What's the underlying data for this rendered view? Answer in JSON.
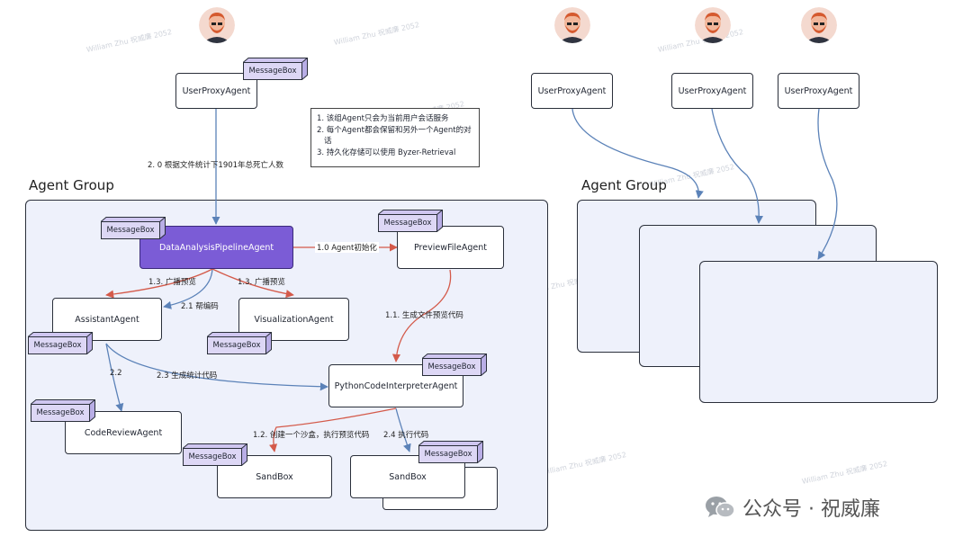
{
  "group_label_left": "Agent Group",
  "group_label_right": "Agent Group",
  "message_box_label": "MessageBox",
  "agents": {
    "user_proxy_main": "UserProxyAgent",
    "user_proxy_r1": "UserProxyAgent",
    "user_proxy_r2": "UserProxyAgent",
    "user_proxy_r3": "UserProxyAgent",
    "data_analysis": "DataAnalysisPipelineAgent",
    "preview_file": "PreviewFileAgent",
    "assistant": "AssistantAgent",
    "visualization": "VisualizationAgent",
    "python_code": "PythonCodeInterpreterAgent",
    "code_review": "CodeReviewAgent",
    "sandbox_1": "SandBox",
    "sandbox_2": "SandBox"
  },
  "edges": {
    "e_user_to_group": "2. 0 根据文件统计下1901年总死亡人数",
    "e_init": "1.0 Agent初始化",
    "e_broadcast_1": "1.3. 广播预览",
    "e_broadcast_2": "1.3. 广播预览",
    "e_help_code": "2.1 帮编码",
    "e_gen_preview": "1.1. 生成文件预览代码",
    "e_2_2": "2.2",
    "e_gen_stats": "2.3 生成统计代码",
    "e_create_sandbox": "1.2. 创建一个沙盒，执行预览代码",
    "e_exec_code": "2.4 执行代码"
  },
  "notes": [
    "1. 该组Agent只会为当前用户会话服务",
    "2. 每个Agent都会保留和另外一个Agent的对",
    "话",
    "3. 持久化存储可以使用 Byzer-Retrieval"
  ],
  "watermark": "William Zhu 祝威廉 2052",
  "footer": {
    "account_label": "公众号 · 祝威廉",
    "icon": "wechat-icon"
  },
  "colors": {
    "primary_agent": "#7b5cd6",
    "message_box": "#ddd7f5",
    "group_bg": "#eef1fb",
    "blue_edge": "#5b82b8",
    "red_edge": "#d45a4a"
  }
}
